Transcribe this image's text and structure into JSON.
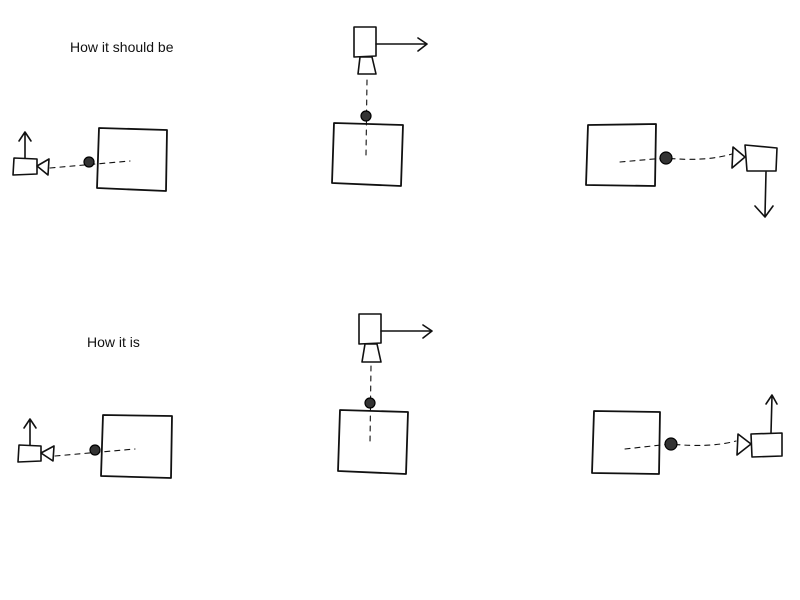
{
  "rows": [
    {
      "id": "should",
      "label": "How it should be"
    },
    {
      "id": "is",
      "label": "How it is"
    }
  ],
  "colors": {
    "ink": "#111111",
    "background": "#ffffff"
  }
}
